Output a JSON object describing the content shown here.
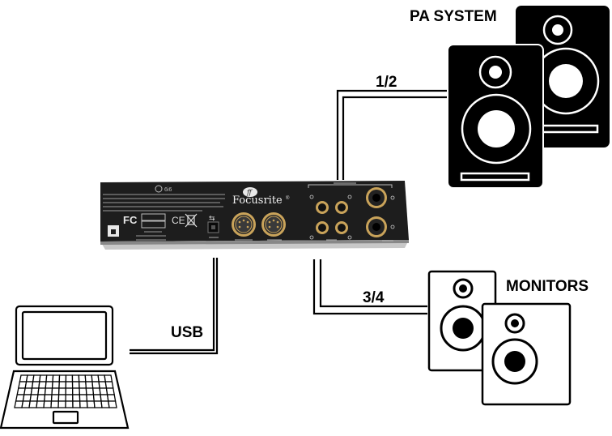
{
  "labels": {
    "pa_system": "PA SYSTEM",
    "monitors": "MONITORS",
    "outputs_12": "1/2",
    "outputs_34": "3/4",
    "usb": "USB"
  },
  "device": {
    "brand": "Focusrite",
    "brand_suffix": "®",
    "model": "6i6"
  },
  "icons": {
    "pa_speaker": "pa-speaker-icon",
    "monitor_speaker": "studio-monitor-icon",
    "laptop": "laptop-icon",
    "interface": "audio-interface-rear-panel"
  },
  "colors": {
    "device_body": "#1d1d1d",
    "pa_speaker_body": "#000000",
    "monitor_body": "#ffffff",
    "cable": "#000000"
  }
}
